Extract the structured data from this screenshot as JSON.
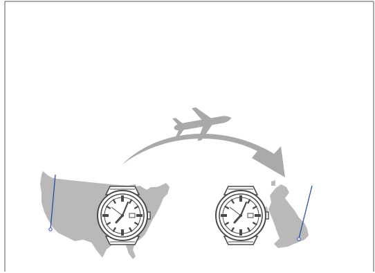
{
  "illustration": {
    "subject": "watch-time-zone-adjustment-on-flight",
    "from_region": "usa-map",
    "to_region": "uk-map",
    "colors": {
      "frame_border": "#8a8a8a",
      "map_fill": "#b9b9b9",
      "arrow_fill": "#a9a9a9",
      "plane_fill": "#a9a9a9",
      "watch_line": "#4a4a4a",
      "watch_face": "#ffffff",
      "pin_line": "#1f4fa8",
      "pin_dot": "#ffffff"
    }
  }
}
